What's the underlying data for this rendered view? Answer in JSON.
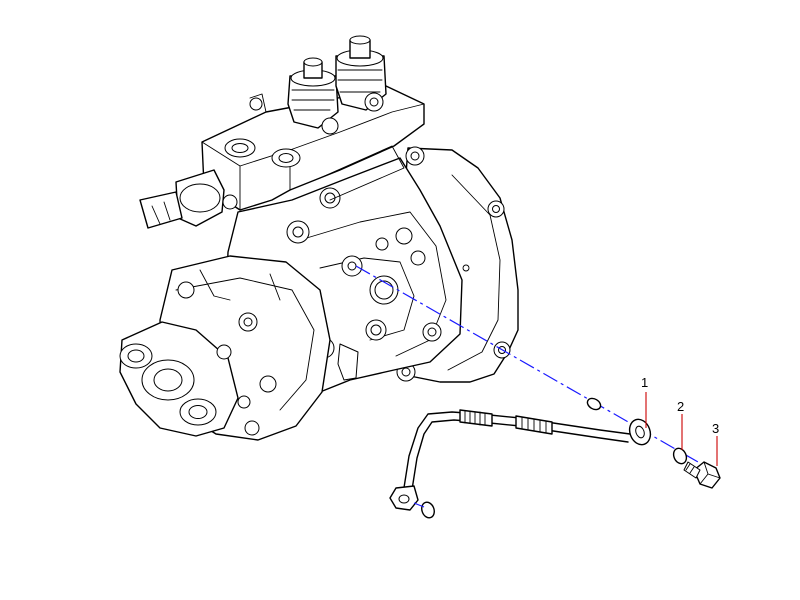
{
  "callouts": [
    {
      "label": "1",
      "part": "fuel-return-line"
    },
    {
      "label": "2",
      "part": "sealing-washer"
    },
    {
      "label": "3",
      "part": "banjo-bolt"
    }
  ],
  "colors": {
    "outline": "#000000",
    "centerline": "#1a1aff",
    "leader": "#cc0000",
    "background": "#ffffff"
  }
}
